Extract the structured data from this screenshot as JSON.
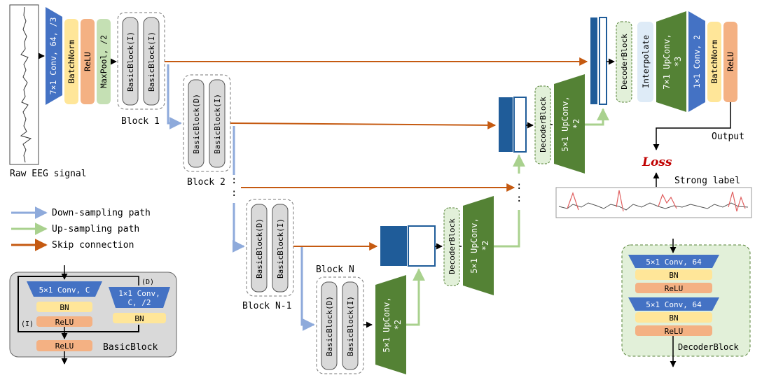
{
  "input": {
    "caption": "Raw EEG signal"
  },
  "stem": {
    "conv": "7×1 Conv, 64, /3",
    "bn": "BatchNorm",
    "relu": "ReLU",
    "pool": "MaxPool, /2"
  },
  "blocks": {
    "block1": {
      "label": "Block 1",
      "items": [
        "BasicBlock(I)",
        "BasicBlock(I)"
      ]
    },
    "block2": {
      "label": "Block 2",
      "items": [
        "BasicBlock(D)",
        "BasicBlock(I)"
      ]
    },
    "blockN1": {
      "label": "Block N-1",
      "items": [
        "BasicBlock(D)",
        "BasicBlock(I)"
      ]
    },
    "blockN": {
      "label": "Block N",
      "items": [
        "BasicBlock(D)",
        "BasicBlock(I)"
      ]
    }
  },
  "decoder": {
    "decoder_block": "DecoderBlock",
    "upconv2_line1": "5×1 UpConv,",
    "upconv2_line2": "*2",
    "interpolate": "Interpolate",
    "upconv3_line1": "7×1 UpConv,",
    "upconv3_line2": "*3",
    "conv_out": "1×1 Conv, 2",
    "bn": "BatchNorm",
    "relu": "ReLU"
  },
  "output": {
    "label": "Output",
    "loss": "Loss",
    "strong_label": "Strong label"
  },
  "legend": {
    "items": [
      {
        "label": "Down-sampling path",
        "color": "#8eaadb"
      },
      {
        "label": "Up-sampling path",
        "color": "#a9d18e"
      },
      {
        "label": "Skip connection",
        "color": "#c55a11"
      }
    ]
  },
  "basicblock_detail": {
    "title": "BasicBlock",
    "conv": "5×1 Conv, C",
    "bn": "BN",
    "relu": "ReLU",
    "relu_out": "ReLU",
    "down_conv_line1": "1×1 Conv,",
    "down_conv_line2": "C, /2",
    "down_bn": "BN",
    "tag_d": "(D)",
    "tag_i": "(I)"
  },
  "decoderblock_detail": {
    "title": "DecoderBlock",
    "conv1": "5×1 Conv, 64",
    "bn1": "BN",
    "relu1": "ReLU",
    "conv2": "5×1 Conv, 64",
    "bn2": "BN",
    "relu2": "ReLU"
  },
  "colors": {
    "conv_blue": "#4472c4",
    "bn_yellow": "#ffe699",
    "relu_orange": "#f4b183",
    "pool_green": "#c5e0b4",
    "upconv_green": "#548235",
    "feature_navy": "#1f5c99",
    "gray_block": "#d9d9d9",
    "skip": "#c55a11",
    "down": "#8eaadb",
    "up": "#a9d18e"
  }
}
